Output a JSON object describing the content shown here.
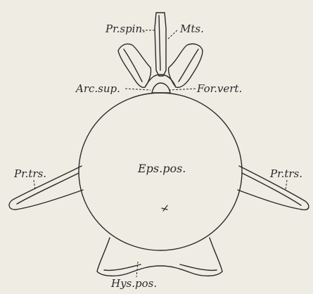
{
  "labels": {
    "pr_spin": "Pr.spin.",
    "mts": "Mts.",
    "arc_sup": "Arc.sup.",
    "for_vert": "For.vert.",
    "eps_pos": "Eps.pos.",
    "pr_trs_left": "Pr.trs.",
    "pr_trs_right": "Pr.trs.",
    "hys_pos": "Hys.pos."
  },
  "colors": {
    "paper": "#efece4",
    "ink": "#2a2a2a"
  }
}
